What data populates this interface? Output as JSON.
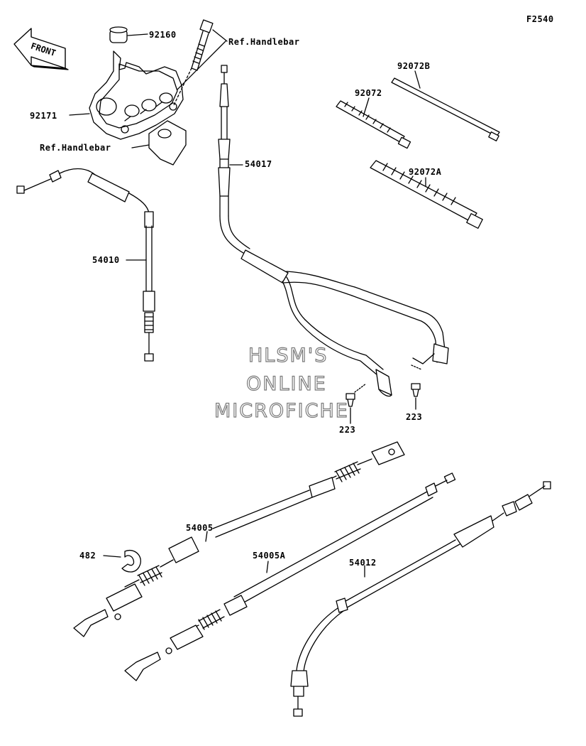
{
  "diagram": {
    "code": "F2540",
    "front_label": "FRONT",
    "watermark": [
      "HLSM'S",
      "ONLINE",
      "MICROFICHE"
    ],
    "callouts": {
      "p92160": "92160",
      "p92171": "92171",
      "ref_handlebar_top": "Ref.Handlebar",
      "ref_handlebar_left": "Ref.Handlebar",
      "p92072b": "92072B",
      "p92072": "92072",
      "p92072a": "92072A",
      "p54017": "54017",
      "p54010": "54010",
      "p223_center": "223",
      "p223_right": "223",
      "p54005": "54005",
      "p54005a": "54005A",
      "p54012": "54012",
      "p482": "482"
    }
  }
}
